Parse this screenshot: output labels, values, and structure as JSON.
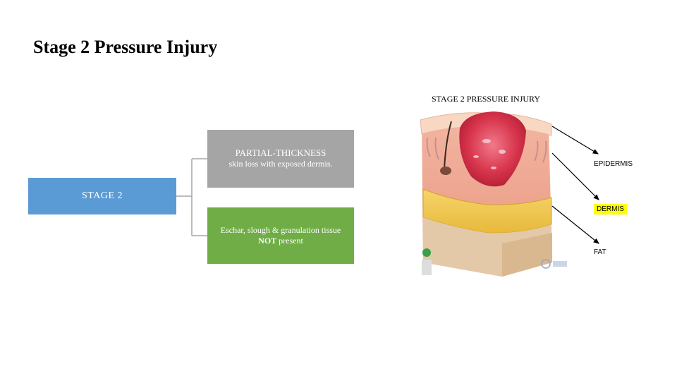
{
  "title": "Stage 2 Pressure Injury",
  "illustration": {
    "title": "STAGE 2 PRESSURE INJURY",
    "labels": {
      "epidermis": "EPIDERMIS",
      "dermis": "DERMIS",
      "fat": "FAT"
    },
    "highlight_color": "#ffff00"
  },
  "diagram": {
    "root": {
      "label": "STAGE 2",
      "color": "#5b9bd5"
    },
    "children": [
      {
        "heading": "PARTIAL-THICKNESS",
        "text": "skin loss with exposed dermis.",
        "color": "#a5a5a5"
      },
      {
        "text_a": "Eschar, slough & granulation tissue",
        "text_b_bold": "NOT",
        "text_b_rest": " present",
        "color": "#70ad47"
      }
    ]
  }
}
